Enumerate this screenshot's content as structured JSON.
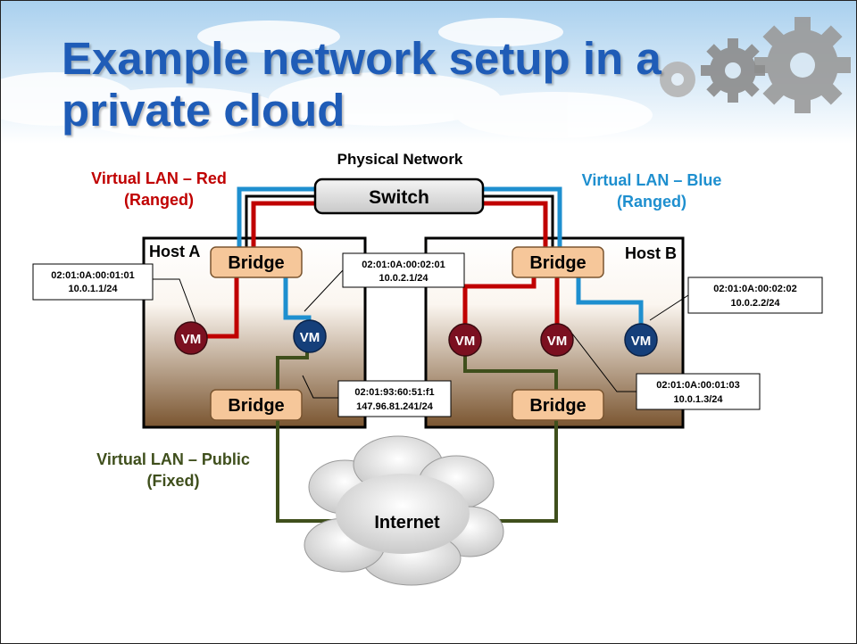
{
  "slide": {
    "title_line1": "Example network setup in a",
    "title_line2": "private cloud"
  },
  "diagram": {
    "physical_network_label": "Physical Network",
    "switch_label": "Switch",
    "vlan_red": {
      "name": "Virtual LAN – Red",
      "mode": "(Ranged)",
      "color": "#c00000"
    },
    "vlan_blue": {
      "name": "Virtual LAN – Blue",
      "mode": "(Ranged)",
      "color": "#1e8fcf"
    },
    "vlan_public": {
      "name": "Virtual LAN – Public",
      "mode": "(Fixed)",
      "color": "#3f4f1c"
    },
    "host_a": {
      "label": "Host A",
      "bridge_top": "Bridge",
      "bridge_bottom": "Bridge",
      "vm_red": "VM",
      "vm_blue": "VM",
      "callout_red": {
        "mac": "02:01:0A:00:01:01",
        "ip": "10.0.1.1/24"
      },
      "callout_blue": {
        "mac": "02:01:0A:00:02:01",
        "ip": "10.0.2.1/24"
      },
      "callout_public": {
        "mac": "02:01:93:60:51:f1",
        "ip": "147.96.81.241/24"
      }
    },
    "host_b": {
      "label": "Host B",
      "bridge_top": "Bridge",
      "bridge_bottom": "Bridge",
      "vm_red_1": "VM",
      "vm_red_2": "VM",
      "vm_blue": "VM",
      "callout_blue": {
        "mac": "02:01:0A:00:02:02",
        "ip": "10.0.2.2/24"
      },
      "callout_red": {
        "mac": "02:01:0A:00:01:03",
        "ip": "10.0.1.3/24"
      }
    },
    "internet_label": "Internet",
    "colors": {
      "title": "#1f5cb7",
      "vm_red_fill": "#7b1020",
      "vm_blue_fill": "#153f7a",
      "bridge_fill": "#f6c79a",
      "host_top": "#ffffff",
      "host_bottom": "#7a5530"
    }
  }
}
